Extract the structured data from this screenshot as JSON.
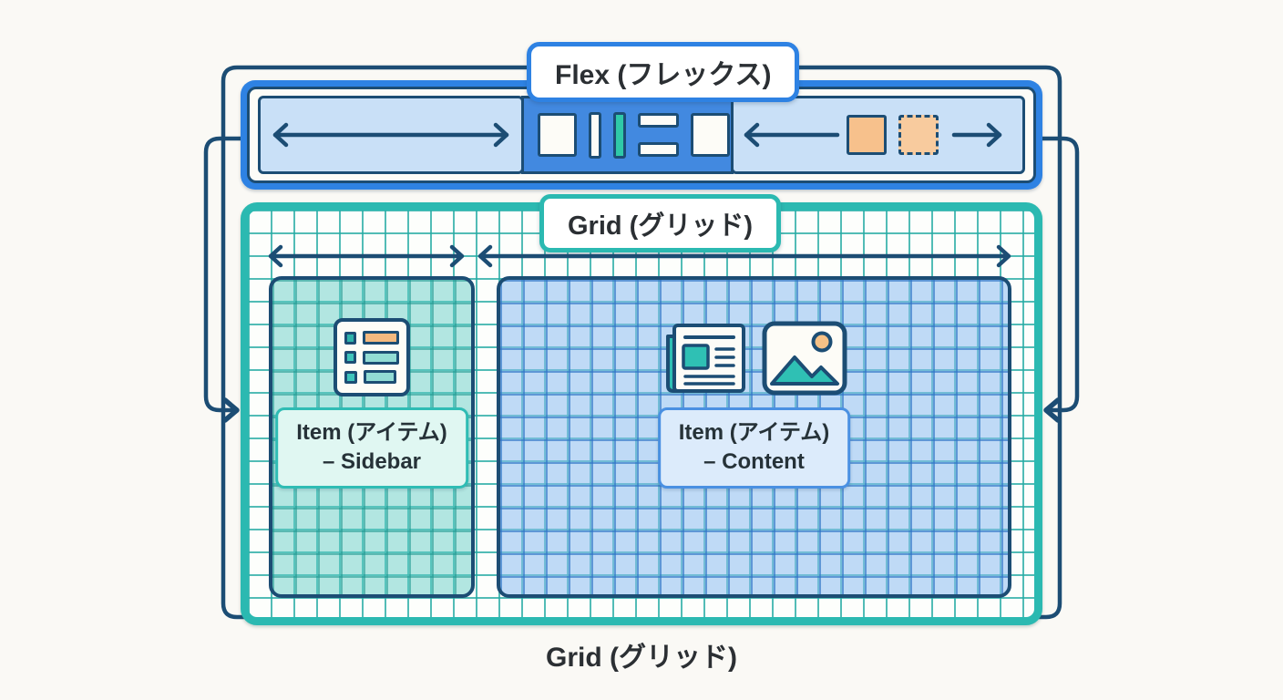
{
  "flex_section": {
    "label": "Flex (フレックス)",
    "colors": {
      "frame_blue": "#2e82e3",
      "track_blue": "#c9e0f7",
      "items_panel_blue": "#4289e0",
      "accent_teal": "#2fc9a8",
      "orange_item": "#f7c18c"
    },
    "icons": [
      "main-axis-double-arrow",
      "flex-item-square",
      "flex-item-thin-bar",
      "flex-item-accent-bar",
      "flex-item-split-bars",
      "flex-item-square",
      "free-space-arrow-left",
      "orange-item-solid",
      "orange-item-dashed",
      "free-space-arrow-right"
    ]
  },
  "grid_section": {
    "label": "Grid (グリッド)",
    "caption": "Grid (グリッド)",
    "colors": {
      "frame_teal": "#2bb9b1",
      "sidebar_fill": "#8ed8d1",
      "content_fill": "#a9cdf3",
      "line_navy": "#1c4d74"
    },
    "column_arrows": [
      "sidebar-column-double-arrow",
      "content-column-double-arrow"
    ],
    "sidebar_item": {
      "icon": "list-icon",
      "title": "Item (アイテム)",
      "subtitle": "– Sidebar"
    },
    "content_item": {
      "icons": [
        "article-icon",
        "image-icon"
      ],
      "title": "Item (アイテム)",
      "subtitle": "– Content"
    }
  },
  "connectors": {
    "color": "#1c4d74",
    "paths": [
      "outer-wrap-path",
      "flex-to-grid-arrow-left",
      "flex-to-grid-arrow-right"
    ]
  }
}
